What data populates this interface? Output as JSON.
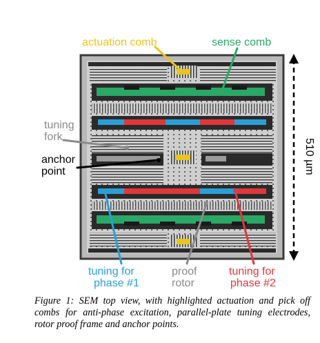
{
  "labels": {
    "actuation_comb": "actuation comb",
    "sense_comb": "sense comb",
    "tuning_fork_line1": "tuning",
    "tuning_fork_line2": "fork",
    "anchor_point_line1": "anchor",
    "anchor_point_line2": "point",
    "scale": "510 µm",
    "tuning_phase1_line1": "tuning for",
    "tuning_phase1_line2": "phase #1",
    "proof_rotor_line1": "proof",
    "proof_rotor_line2": "rotor",
    "tuning_phase2_line1": "tuning for",
    "tuning_phase2_line2": "phase #2"
  },
  "caption": {
    "text": "Figure 1: SEM top view, with highlighted actuation and pick off combs for anti-phase excitation, parallel-plate tuning electrodes, rotor proof frame and anchor points."
  },
  "colors": {
    "actuation": "#e8c51f",
    "sense": "#2aa866",
    "phase1": "#2a9fd6",
    "phase2": "#e0373b",
    "fork": "#8a8a8a",
    "anchor": "#000000",
    "rotor": "#8a8a8a"
  }
}
